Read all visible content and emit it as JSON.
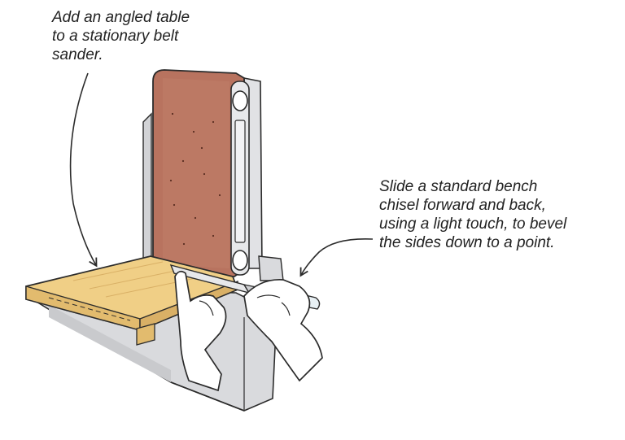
{
  "captions": {
    "top_left": {
      "lines": [
        "Add an angled table",
        "to a stationary belt",
        "sander."
      ]
    },
    "right": {
      "lines": [
        "Slide a standard bench",
        "chisel forward and back,",
        "using a light touch, to bevel",
        "the sides down to a point."
      ]
    }
  },
  "colors": {
    "belt": "#b8735f",
    "machine": "#d9dadd",
    "table_wood": "#f0cf86",
    "skin": "#ffffff",
    "ink": "#2b2b2b"
  }
}
